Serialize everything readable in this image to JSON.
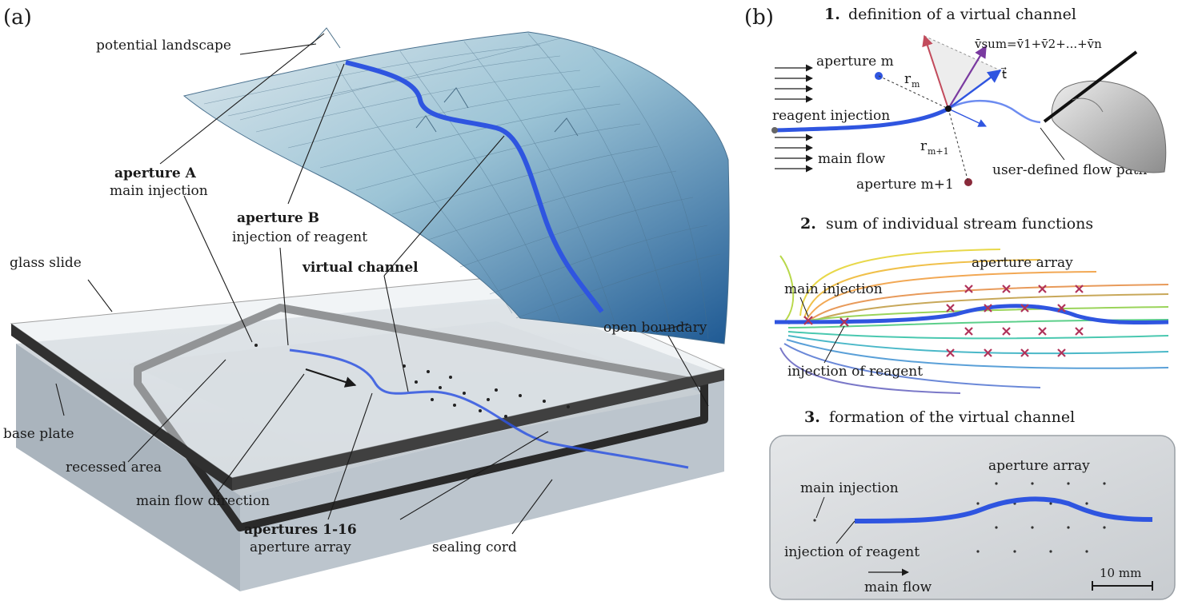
{
  "panel_a": {
    "tag": "(a)",
    "labels": {
      "potential_landscape": "potential landscape",
      "aperture_a": "aperture A",
      "main_injection": "main injection",
      "aperture_b": "aperture B",
      "injection_of_reagent": "injection of reagent",
      "virtual_channel": "virtual channel",
      "glass_slide": "glass slide",
      "open_boundary": "open boundary",
      "base_plate": "base plate",
      "recessed_area": "recessed area",
      "main_flow_direction": "main flow direction",
      "apertures_1_16": "apertures 1-16",
      "aperture_array": "aperture array",
      "sealing_cord": "sealing cord"
    }
  },
  "panel_b": {
    "tag": "(b)",
    "step1": {
      "number": "1.",
      "title": "definition of a virtual channel",
      "aperture_m": "aperture m",
      "r_m": "r",
      "r_m_sub": "m",
      "reagent_injection": "reagent injection",
      "main_flow": "main flow",
      "r_m1": "r",
      "r_m1_sub": "m+1",
      "aperture_m1": "aperture m+1",
      "user_path": "user-defined flow path",
      "equation": "v̄sum=v̄1+v̄2+...+v̄n",
      "tangent": "t⃗"
    },
    "step2": {
      "number": "2.",
      "title": "sum of individual stream functions",
      "aperture_array": "aperture array",
      "main_injection": "main injection",
      "injection_of_reagent": "injection of reagent"
    },
    "step3": {
      "number": "3.",
      "title": "formation of the virtual channel",
      "aperture_array": "aperture array",
      "main_injection": "main injection",
      "injection_of_reagent": "injection of reagent",
      "main_flow": "main flow",
      "scale": "10 mm"
    }
  },
  "colors": {
    "channel_blue": "#2f55e0",
    "mesh_dark": "#1d4e8a",
    "mesh_light": "#cfe0ea",
    "aperture_marker": "#b0335a",
    "base_plate": "#b9c3cc",
    "cord": "#2a2a2a"
  }
}
